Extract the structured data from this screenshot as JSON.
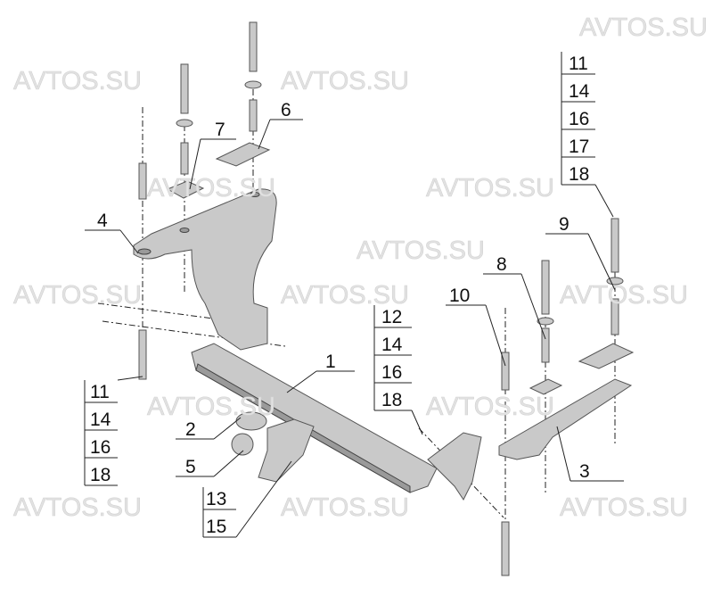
{
  "watermark": "AVTOS.SU",
  "callouts": {
    "c1": "1",
    "c2": "2",
    "c3": "3",
    "c4": "4",
    "c5": "5",
    "c6": "6",
    "c7": "7",
    "c8": "8",
    "c9": "9",
    "c10": "10",
    "right_stack": [
      "11",
      "14",
      "16",
      "17",
      "18"
    ],
    "mid_stack": [
      "12",
      "14",
      "16",
      "18"
    ],
    "left_stack": [
      "11",
      "14",
      "16",
      "18"
    ],
    "ball_stack": [
      "13",
      "15"
    ]
  }
}
